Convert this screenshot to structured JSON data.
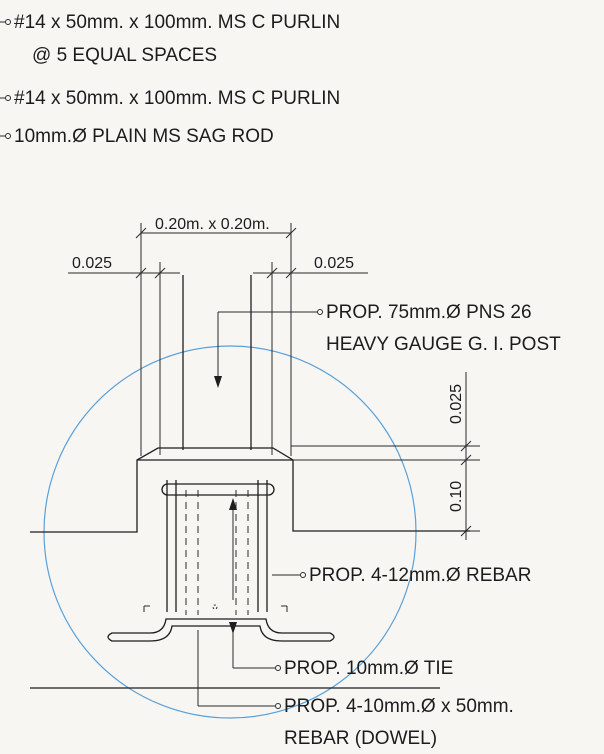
{
  "callouts": {
    "purlin_spaced_line1": "#14 x 50mm. x 100mm. MS C PURLIN",
    "purlin_spaced_line2": "@ 5 EQUAL SPACES",
    "purlin": "#14 x 50mm. x 100mm. MS C PURLIN",
    "sag_rod": "10mm.Ø PLAIN MS SAG ROD",
    "post_line1": "PROP. 75mm.Ø PNS 26",
    "post_line2": "HEAVY GAUGE G. I. POST",
    "rebar": "PROP. 4-12mm.Ø REBAR",
    "tie": "PROP. 10mm.Ø TIE",
    "dowel_line1": "PROP. 4-10mm.Ø x 50mm.",
    "dowel_line2": "REBAR (DOWEL)"
  },
  "dimensions": {
    "top_width": "0.20m. x 0.20m.",
    "left_offset": "0.025",
    "right_offset": "0.025",
    "vertical_upper": "0.025",
    "vertical_lower": "0.10"
  },
  "colors": {
    "detail_circle": "#5aa0d8",
    "ink": "#1e1e1e",
    "paper": "#f7f6f3"
  }
}
